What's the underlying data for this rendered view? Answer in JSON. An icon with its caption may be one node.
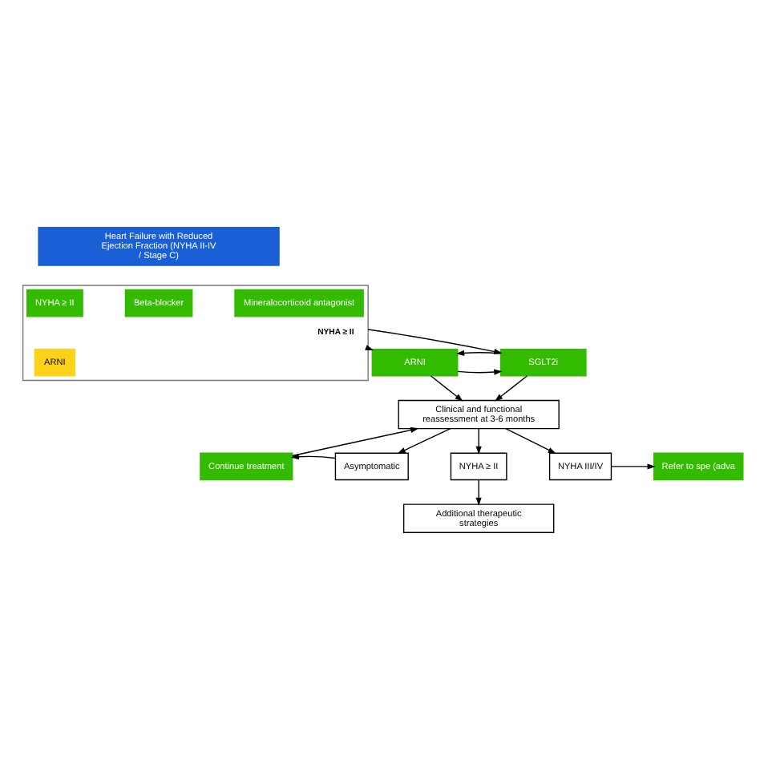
{
  "diagram": {
    "nodes": [
      {
        "text": [
          "Heart Failure with Reduced Ejection Fraction (NYHA II-IV / Stage C)"
        ]
      },
      {
        "text": [],
        "shape": "box"
      },
      {
        "text": [
          "NYHA ≥ II"
        ],
        "in": 1
      },
      {
        "text": [
          "ARNI"
        ],
        "in": 1
      },
      {
        "text": [
          "Beta-blocker"
        ],
        "in": 1
      },
      {
        "text": [
          "Mineralocorticoid antagonist"
        ],
        "in": 1
      },
      {
        "text": [
          "ARNI"
        ]
      },
      {
        "text": [
          "SGLT2i"
        ]
      },
      {
        "text": [
          "Clinical and functional reassessment at 3-6 months"
        ]
      },
      {
        "text": [
          "Continue treatment"
        ]
      },
      {
        "text": [
          "Asymptomatic"
        ]
      },
      {
        "text": [
          "NYHA ≥ II"
        ]
      },
      {
        "text": [
          "NYHA III/IV"
        ]
      },
      {
        "text": [
          "Refer to spe (adva"
        ]
      },
      {
        "text": [
          "Additional therapeutic strategies"
        ]
      }
    ],
    "edges": [
      {
        "from": 1,
        "to": 6,
        "arrow": "to",
        "label": "NYHA ≥ II"
      },
      {
        "from": 1,
        "to": 7,
        "arrow": "to"
      },
      {
        "from": 6,
        "to": 7,
        "arrow": "to"
      },
      {
        "from": 7,
        "to": 6,
        "arrow": "to"
      },
      {
        "from": 6,
        "to": 8,
        "arrow": "to"
      },
      {
        "from": 7,
        "to": 8,
        "arrow": "to"
      },
      {
        "from": 8,
        "to": 10,
        "arrow": "to"
      },
      {
        "from": 8,
        "to": 11,
        "arrow": "to"
      },
      {
        "from": 8,
        "to": 12,
        "arrow": "to"
      },
      {
        "from": 10,
        "to": 9,
        "arrow": "to"
      },
      {
        "from": 9,
        "to": 8,
        "arrow": "to"
      },
      {
        "from": 12,
        "to": 13,
        "arrow": "to"
      },
      {
        "from": 11,
        "to": 14,
        "arrow": "to"
      }
    ]
  }
}
